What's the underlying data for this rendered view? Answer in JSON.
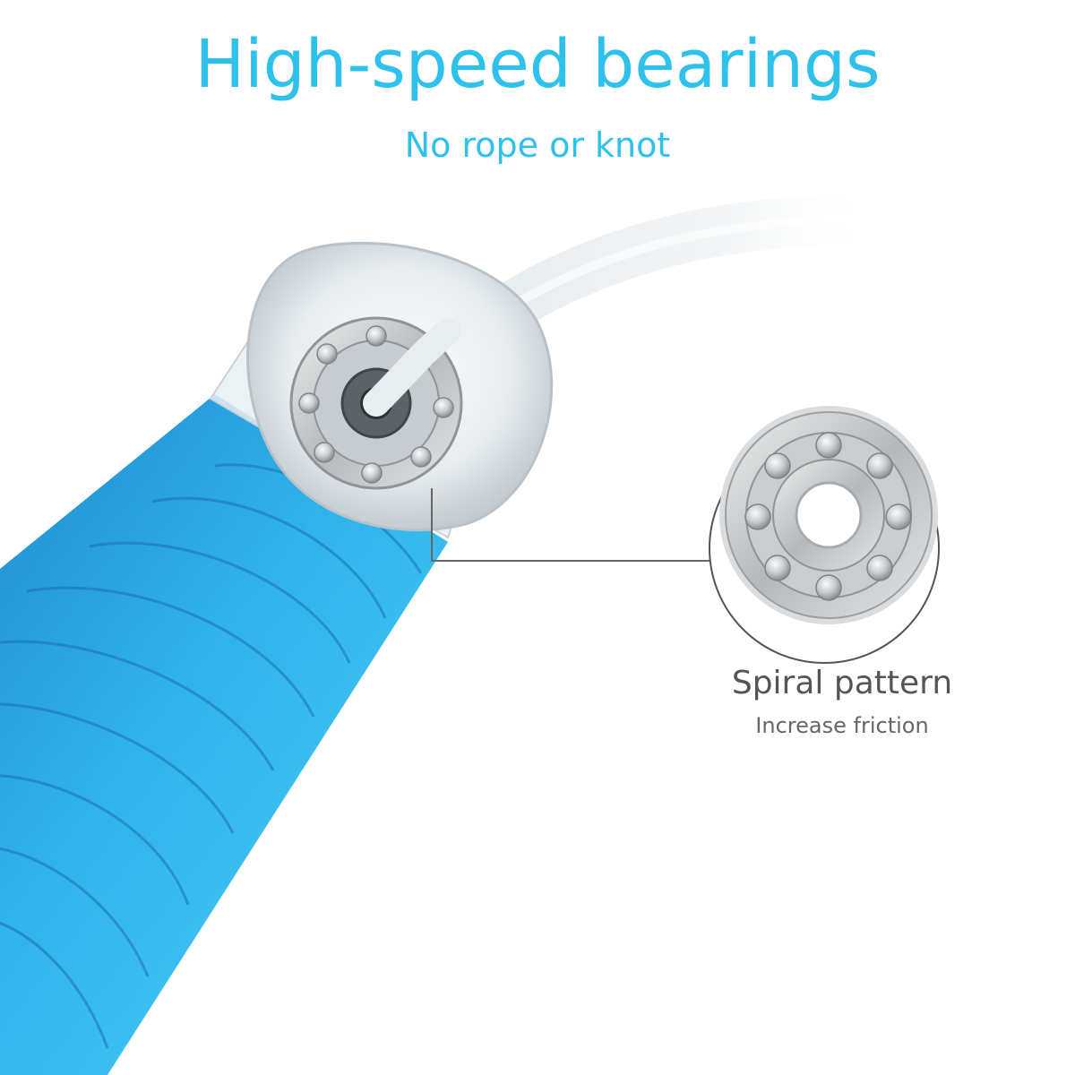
{
  "headline": "High-speed bearings",
  "subheadline": "No rope or knot",
  "callout": {
    "title": "Spiral pattern",
    "text": "Increase friction"
  },
  "colors": {
    "accent": "#2ec1ec",
    "handle": "#2ba6e4",
    "handle_dark": "#1f7fc0",
    "callout_title": "#555555",
    "callout_text": "#666666"
  },
  "icons": [
    "rope-handle-illustration",
    "bearing-illustration"
  ]
}
